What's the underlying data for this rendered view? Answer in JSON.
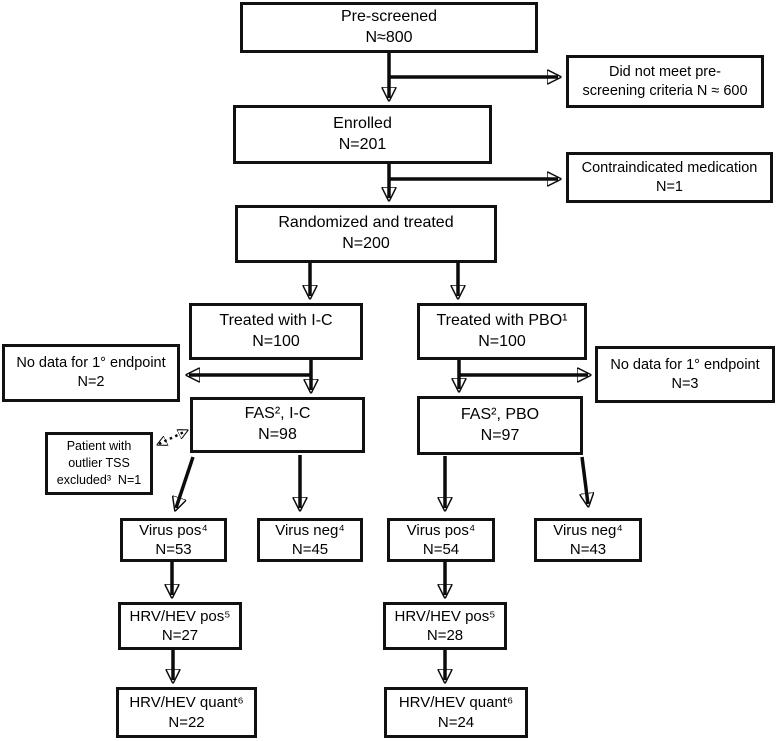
{
  "diagram": {
    "type": "consort-flowchart",
    "colors": {
      "line": "#0b0b0b",
      "box_border": "#111111",
      "box_bg": "#ffffff",
      "page_bg": "#ffffff"
    },
    "nodes": {
      "prescreened": {
        "line1": "Pre-screened",
        "line2": "N≈800"
      },
      "did_not_meet": {
        "line1": "Did not meet pre-",
        "line2": "screening criteria N ≈ 600"
      },
      "enrolled": {
        "line1": "Enrolled",
        "line2": "N=201"
      },
      "contraindicated": {
        "line1": "Contraindicated medication",
        "line2": "N=1"
      },
      "randomized": {
        "line1": "Randomized and treated",
        "line2": "N=200"
      },
      "treated_ic": {
        "line1": "Treated with I-C",
        "line2": "N=100"
      },
      "treated_pbo": {
        "line1": "Treated with PBO¹",
        "line2": "N=100"
      },
      "no_data_left": {
        "line1": "No data for 1° endpoint",
        "line2": "N=2"
      },
      "no_data_right": {
        "line1": "No data for 1° endpoint",
        "line2": "N=3"
      },
      "fas_ic": {
        "line1": "FAS², I-C",
        "line2": "N=98"
      },
      "fas_pbo": {
        "line1": "FAS², PBO",
        "line2": "N=97"
      },
      "outlier_excluded": {
        "line1": "Patient with",
        "line2": "outlier TSS",
        "line3": "excluded³  N=1"
      },
      "virus_pos_ic": {
        "line1": "Virus pos⁴",
        "line2": "N=53"
      },
      "virus_neg_ic": {
        "line1": "Virus neg⁴",
        "line2": "N=45"
      },
      "virus_pos_pbo": {
        "line1": "Virus pos⁴",
        "line2": "N=54"
      },
      "virus_neg_pbo": {
        "line1": "Virus neg⁴",
        "line2": "N=43"
      },
      "hrv_pos_ic": {
        "line1": "HRV/HEV pos⁵",
        "line2": "N=27"
      },
      "hrv_pos_pbo": {
        "line1": "HRV/HEV pos⁵",
        "line2": "N=28"
      },
      "hrv_quant_ic": {
        "line1": "HRV/HEV quant⁶",
        "line2": "N=22"
      },
      "hrv_quant_pbo": {
        "line1": "HRV/HEV quant⁶",
        "line2": "N=24"
      }
    }
  }
}
